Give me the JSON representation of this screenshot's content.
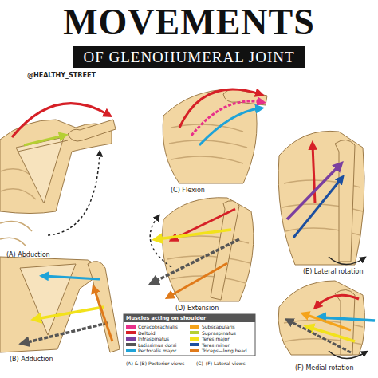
{
  "diagram": {
    "title": "MOVEMENTS",
    "nodes": [
      {
        "text": [
          "OF GLENOHUMERAL JOINT"
        ]
      }
    ],
    "labels": [
      "@HEALTHY_STREET",
      "(A) Abduction",
      "(C) Flexion",
      "(E) Lateral rotation",
      "(D) Extension",
      "(B) Adduction",
      "(F) Medial rotation",
      "Muscles acting on shoulder",
      "(A) & (B) Posterior views",
      "(C)–(F) Lateral views"
    ],
    "legend": [
      {
        "text": "Coracobrachialis",
        "color": "#e8308a"
      },
      {
        "text": "Deltoid",
        "color": "#d62027"
      },
      {
        "text": "Infraspinatus",
        "color": "#7b3fa0"
      },
      {
        "text": "Latissimus dorsi",
        "color": "#555555"
      },
      {
        "text": "Pectoralis major",
        "color": "#1fa3d8"
      },
      {
        "text": "Subscapularis",
        "color": "#f5a31a"
      },
      {
        "text": "Supraspinatus",
        "color": "#b5cf33"
      },
      {
        "text": "Teres major",
        "color": "#f2e21b"
      },
      {
        "text": "Teres minor",
        "color": "#1c4fa0"
      },
      {
        "text": "Triceps—long head",
        "color": "#e07a1a"
      }
    ]
  }
}
